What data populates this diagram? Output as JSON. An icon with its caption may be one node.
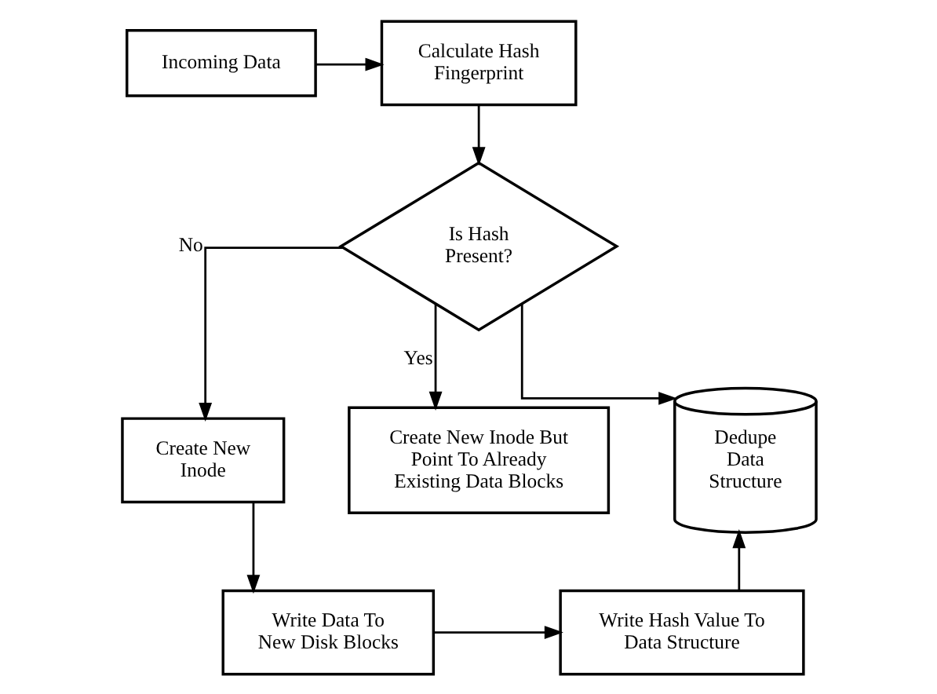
{
  "diagram": {
    "nodes": [
      {
        "text": [
          "Incoming Data"
        ]
      },
      {
        "text": [
          "Calculate Hash Fingerprint"
        ]
      },
      {
        "text": [
          "Is Hash Present?"
        ]
      },
      {
        "text": [
          "Dedupe Data Structure"
        ]
      },
      {
        "text": [
          "Create New Inode But Point To Already Existing Data Blocks"
        ]
      },
      {
        "text": [
          "Create New Inode"
        ]
      },
      {
        "text": [
          "Write Hash Value To Data Structure"
        ]
      },
      {
        "text": [
          "Write Data To New Disk Blocks"
        ]
      }
    ],
    "edges": [
      {
        "from": 0,
        "to": 1,
        "arrow": "to"
      },
      {
        "from": 1,
        "to": 2,
        "arrow": "to"
      },
      {
        "from": 2,
        "to": 5,
        "arrow": "to",
        "label": "No"
      },
      {
        "from": 2,
        "to": 4,
        "arrow": "to",
        "label": "Yes"
      },
      {
        "from": 2,
        "to": 3,
        "arrow": "to"
      },
      {
        "from": 5,
        "to": 7,
        "arrow": "to"
      },
      {
        "from": 7,
        "to": 6,
        "arrow": "to"
      },
      {
        "from": 6,
        "to": 3,
        "arrow": "to"
      }
    ]
  }
}
